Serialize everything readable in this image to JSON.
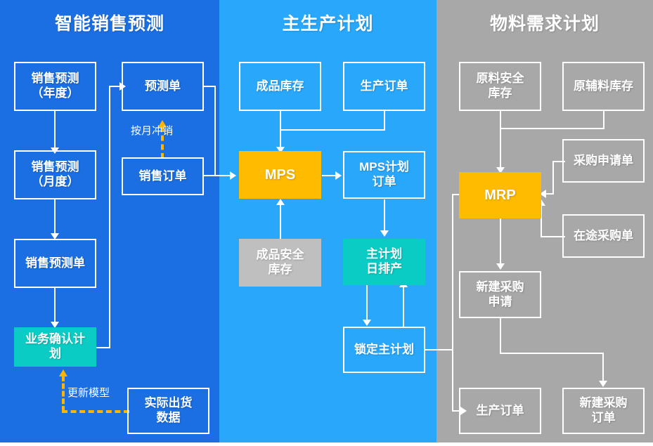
{
  "diagram": {
    "title_row": [
      "智能销售预测",
      "主生产计划",
      "物料需求计划"
    ],
    "panels": [
      {
        "id": "sales-forecast",
        "title": "智能销售预测",
        "bg": "#1B6FE3",
        "nodes": [
          {
            "id": "sales-forecast-year",
            "label": "销售预测\n（年度）",
            "style": "plain"
          },
          {
            "id": "sales-forecast-month",
            "label": "销售预测\n（月度）",
            "style": "plain"
          },
          {
            "id": "sales-forecast-order",
            "label": "销售预测单",
            "style": "plain"
          },
          {
            "id": "business-confirm-plan",
            "label": "业务确认计\n划",
            "style": "teal"
          },
          {
            "id": "forecast-sheet",
            "label": "预测单",
            "style": "plain"
          },
          {
            "id": "sales-order",
            "label": "销售订单",
            "style": "plain"
          },
          {
            "id": "actual-shipment-data",
            "label": "实际出货\n数据",
            "style": "plain"
          }
        ],
        "edge_labels": [
          "按月冲销",
          "更新模型"
        ]
      },
      {
        "id": "master-production-schedule",
        "title": "主生产计划",
        "bg": "#29A8FB",
        "nodes": [
          {
            "id": "finished-goods-inventory",
            "label": "成品库存",
            "style": "plain"
          },
          {
            "id": "production-order-mps",
            "label": "生产订单",
            "style": "plain"
          },
          {
            "id": "mps",
            "label": "MPS",
            "style": "accent"
          },
          {
            "id": "mps-plan-order",
            "label": "MPS计划\n订单",
            "style": "plain"
          },
          {
            "id": "finished-goods-safety-stock",
            "label": "成品安全\n库存",
            "style": "grey"
          },
          {
            "id": "master-plan-daily-schedule",
            "label": "主计划\n日排产",
            "style": "teal"
          },
          {
            "id": "lock-master-plan",
            "label": "锁定主计划",
            "style": "plain"
          }
        ],
        "edge_labels": []
      },
      {
        "id": "material-requirements-planning",
        "title": "物料需求计划",
        "bg": "#A8A8A8",
        "nodes": [
          {
            "id": "raw-material-safety-stock",
            "label": "原料安全\n库存",
            "style": "plain"
          },
          {
            "id": "raw-aux-material-inventory",
            "label": "原辅料库存",
            "style": "plain"
          },
          {
            "id": "mrp",
            "label": "MRP",
            "style": "accent"
          },
          {
            "id": "purchase-request-form",
            "label": "采购申请单",
            "style": "plain"
          },
          {
            "id": "in-transit-purchase-order",
            "label": "在途采购单",
            "style": "plain"
          },
          {
            "id": "new-purchase-request",
            "label": "新建采购\n申请",
            "style": "plain"
          },
          {
            "id": "production-order-mrp",
            "label": "生产订单",
            "style": "plain"
          },
          {
            "id": "new-purchase-order",
            "label": "新建采购\n订单",
            "style": "plain"
          }
        ],
        "edge_labels": []
      }
    ],
    "colors": {
      "panel_sales_bg": "#1B6FE3",
      "panel_mps_bg": "#29A8FB",
      "panel_mrp_bg": "#A8A8A8",
      "accent_orange": "#FFBB00",
      "accent_teal": "#0BCCC4",
      "grey_node": "#BFBFBF",
      "line_white": "#FFFFFF",
      "dashed_orange": "#FFB400"
    }
  }
}
